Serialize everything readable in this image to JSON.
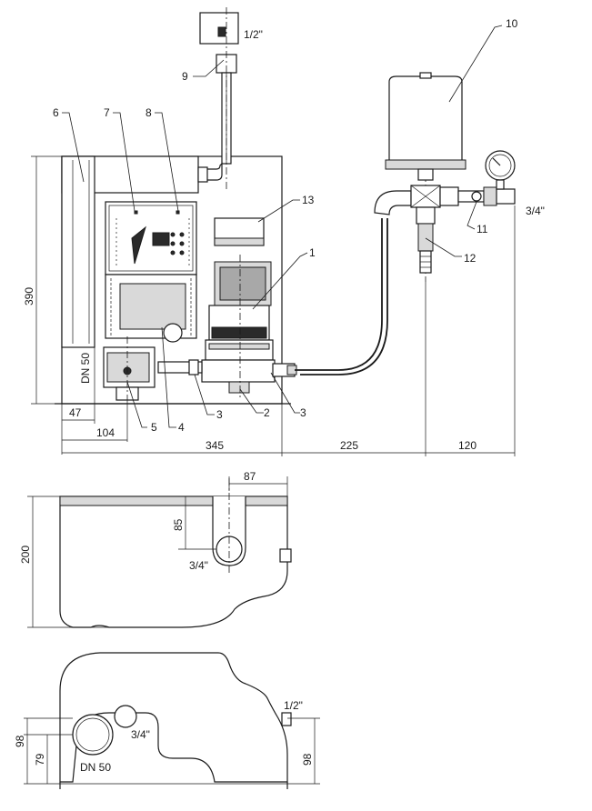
{
  "callouts": {
    "c1": "1",
    "c2": "2",
    "c3a": "3",
    "c3b": "3",
    "c4": "4",
    "c5": "5",
    "c6": "6",
    "c7": "7",
    "c8": "8",
    "c9": "9",
    "c10": "10",
    "c11": "11",
    "c12": "12",
    "c13": "13"
  },
  "dimensions": {
    "height_390": "390",
    "w_47": "47",
    "w_104": "104",
    "w_345": "345",
    "w_225": "225",
    "w_120": "120",
    "h_200": "200",
    "w_87": "87",
    "h_85": "85",
    "h_98_left": "98",
    "h_79": "79",
    "h_98_right": "98"
  },
  "labels": {
    "inlet_half_top": "1/2\"",
    "outlet_three_quarter": "3/4\"",
    "dn50_front": "DN 50",
    "side_three_quarter": "3/4\"",
    "top_three_quarter": "3/4\"",
    "top_half": "1/2\"",
    "top_dn50": "DN 50"
  }
}
